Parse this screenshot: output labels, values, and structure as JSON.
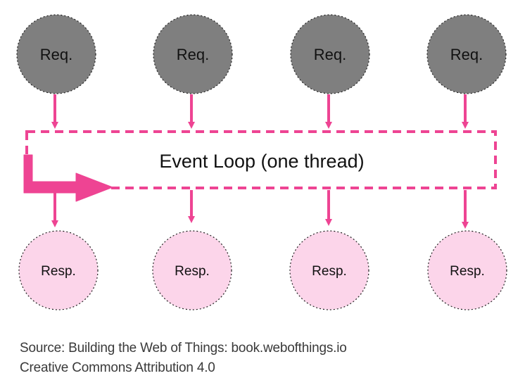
{
  "diagram": {
    "requests": [
      {
        "label": "Req."
      },
      {
        "label": "Req."
      },
      {
        "label": "Req."
      },
      {
        "label": "Req."
      }
    ],
    "responses": [
      {
        "label": "Resp."
      },
      {
        "label": "Resp."
      },
      {
        "label": "Resp."
      },
      {
        "label": "Resp."
      }
    ],
    "event_loop_label": "Event Loop (one thread)"
  },
  "caption": {
    "source": "Source: Building the Web of Things: book.webofthings.io",
    "license": "Creative Commons Attribution 4.0"
  },
  "colors": {
    "request_fill": "#7f7f7f",
    "response_fill": "#fcd5ea",
    "accent": "#ee4493",
    "text": "#111111"
  }
}
